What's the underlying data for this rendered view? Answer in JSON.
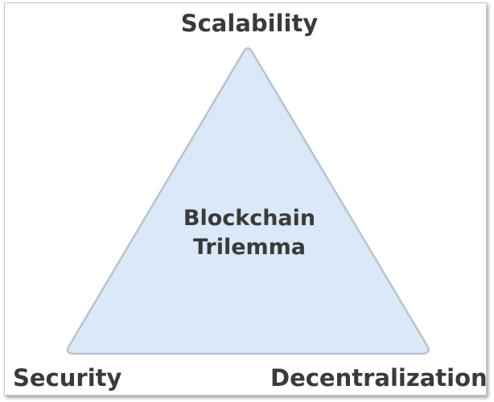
{
  "diagram": {
    "title_lines": [
      "Blockchain",
      "Trilemma"
    ],
    "vertices": {
      "top": "Scalability",
      "bottom_left": "Security",
      "bottom_right": "Decentralization"
    },
    "colors": {
      "fill": "#dbe8f8",
      "stroke": "#b9c3cd",
      "text": "#3a3a3a"
    }
  }
}
